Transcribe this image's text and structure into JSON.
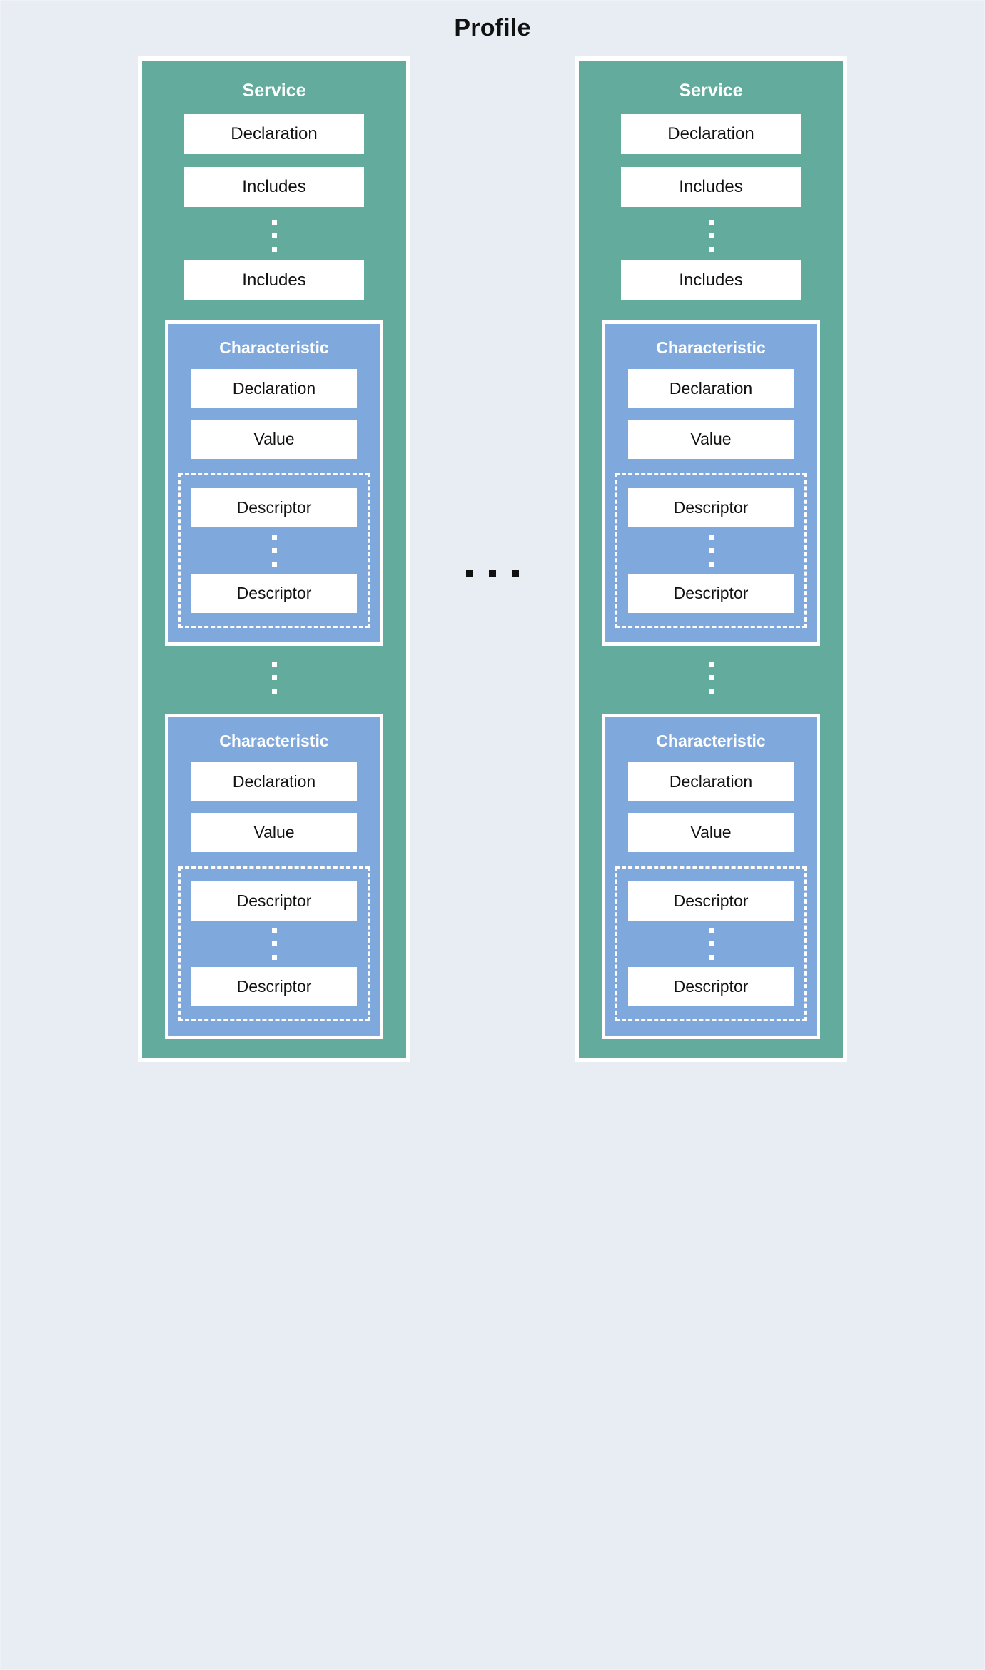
{
  "diagram": {
    "title": "Profile",
    "background_color": "#e8edf4",
    "service_color": "#63ab9c",
    "characteristic_color": "#7fa8dd",
    "field_color": "#ffffff",
    "ellipsis_between_columns": "...",
    "services": [
      {
        "label": "Service",
        "fields": [
          {
            "label": "Declaration"
          },
          {
            "label": "Includes"
          }
        ],
        "ellipsis_after_includes": "vertical-dots",
        "last_field": {
          "label": "Includes"
        },
        "characteristics": [
          {
            "label": "Characteristic",
            "fields": [
              {
                "label": "Declaration"
              },
              {
                "label": "Value"
              }
            ],
            "descriptors": {
              "first": {
                "label": "Descriptor"
              },
              "ellipsis": "vertical-dots",
              "last": {
                "label": "Descriptor"
              }
            }
          },
          {
            "label": "Characteristic",
            "fields": [
              {
                "label": "Declaration"
              },
              {
                "label": "Value"
              }
            ],
            "descriptors": {
              "first": {
                "label": "Descriptor"
              },
              "ellipsis": "vertical-dots",
              "last": {
                "label": "Descriptor"
              }
            }
          }
        ],
        "ellipsis_between_characteristics": "vertical-dots"
      },
      {
        "label": "Service",
        "fields": [
          {
            "label": "Declaration"
          },
          {
            "label": "Includes"
          }
        ],
        "ellipsis_after_includes": "vertical-dots",
        "last_field": {
          "label": "Includes"
        },
        "characteristics": [
          {
            "label": "Characteristic",
            "fields": [
              {
                "label": "Declaration"
              },
              {
                "label": "Value"
              }
            ],
            "descriptors": {
              "first": {
                "label": "Descriptor"
              },
              "ellipsis": "vertical-dots",
              "last": {
                "label": "Descriptor"
              }
            }
          },
          {
            "label": "Characteristic",
            "fields": [
              {
                "label": "Declaration"
              },
              {
                "label": "Value"
              }
            ],
            "descriptors": {
              "first": {
                "label": "Descriptor"
              },
              "ellipsis": "vertical-dots",
              "last": {
                "label": "Descriptor"
              }
            }
          }
        ],
        "ellipsis_between_characteristics": "vertical-dots"
      }
    ]
  }
}
